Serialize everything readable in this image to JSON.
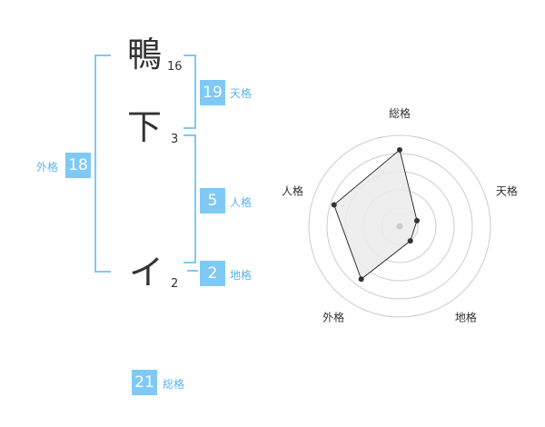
{
  "name": {
    "chars": [
      {
        "char": "鴨",
        "strokes": "16"
      },
      {
        "char": "下",
        "strokes": "3"
      },
      {
        "char": "イ",
        "strokes": "2"
      }
    ]
  },
  "fortune": {
    "tenkaku": {
      "value": "19",
      "label": "天格"
    },
    "jinkaku": {
      "value": "5",
      "label": "人格"
    },
    "chikaku": {
      "value": "2",
      "label": "地格"
    },
    "gaikaku": {
      "value": "18",
      "label": "外格"
    },
    "soukaku": {
      "value": "21",
      "label": "総格"
    }
  },
  "chart_data": {
    "type": "radar",
    "axes": [
      "総格",
      "天格",
      "地格",
      "外格",
      "人格"
    ],
    "values": [
      21,
      5,
      5,
      18,
      19
    ],
    "rmax": 25,
    "rings": 5,
    "colors": {
      "line": "#333333",
      "fill": "#ebebeb",
      "grid": "#cccccc",
      "point": "#333333"
    }
  }
}
